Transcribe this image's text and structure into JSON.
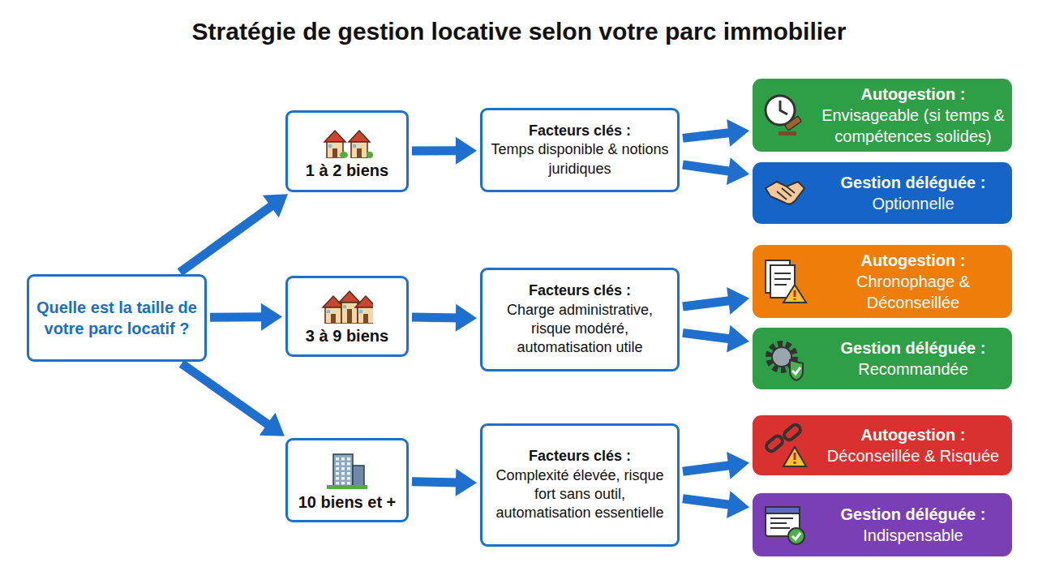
{
  "diagram": {
    "title": "Stratégie de gestion locative selon votre parc immobilier",
    "nodes": [
      {
        "text": [
          "Quelle est la taille de votre parc locatif ?"
        ]
      },
      {
        "text": [
          "1 à 2 biens"
        ]
      },
      {
        "text": [
          "Facteurs clés :",
          "Temps disponible & notions juridiques"
        ]
      },
      {
        "text": [
          "Autogestion :",
          "Envisageable (si temps & compétences solides)"
        ]
      },
      {
        "text": [
          "Gestion déléguée :",
          "Optionnelle"
        ]
      },
      {
        "text": [
          "3 à 9 biens"
        ]
      },
      {
        "text": [
          "Facteurs clés :",
          "Charge administrative, risque modéré, automatisation utile"
        ]
      },
      {
        "text": [
          "Autogestion :",
          "Chronophage & Déconseillée"
        ]
      },
      {
        "text": [
          "Gestion déléguée :",
          "Recommandée"
        ]
      },
      {
        "text": [
          "10 biens et +"
        ]
      },
      {
        "text": [
          "Facteurs clés :",
          "Complexité élevée, risque fort sans outil, automatisation essentielle"
        ]
      },
      {
        "text": [
          "Autogestion :",
          "Déconseillée & Risquée"
        ]
      },
      {
        "text": [
          "Gestion déléguée :",
          "Indispensable"
        ]
      }
    ],
    "edges": [
      {
        "from": 0,
        "to": 1,
        "arrow": "to"
      },
      {
        "from": 0,
        "to": 5,
        "arrow": "to"
      },
      {
        "from": 0,
        "to": 9,
        "arrow": "to"
      },
      {
        "from": 1,
        "to": 2,
        "arrow": "to"
      },
      {
        "from": 2,
        "to": 3,
        "arrow": "to"
      },
      {
        "from": 2,
        "to": 4,
        "arrow": "to"
      },
      {
        "from": 5,
        "to": 6,
        "arrow": "to"
      },
      {
        "from": 6,
        "to": 7,
        "arrow": "to"
      },
      {
        "from": 6,
        "to": 8,
        "arrow": "to"
      },
      {
        "from": 9,
        "to": 10,
        "arrow": "to"
      },
      {
        "from": 10,
        "to": 11,
        "arrow": "to"
      },
      {
        "from": 10,
        "to": 12,
        "arrow": "to"
      }
    ]
  }
}
